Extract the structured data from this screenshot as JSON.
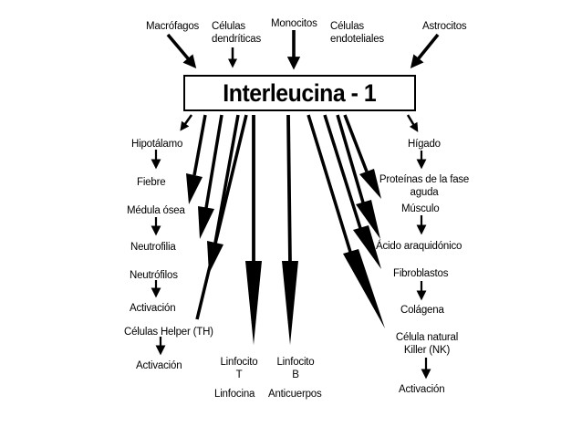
{
  "title": "Interleucina - 1",
  "sources": {
    "macrofagos": "Macrófagos",
    "celulas_dendriticas": [
      "Células",
      "dendríticas"
    ],
    "monocitos": "Monocitos",
    "celulas_endoteliales": [
      "Células",
      "endoteliales"
    ],
    "astrocitos": "Astrocitos"
  },
  "left_chain": {
    "hipotalamo": "Hipotálamo",
    "fiebre": "Fiebre",
    "medula_osea": "Médula ósea",
    "neutrofilia": "Neutrofilia",
    "neutrofilos": "Neutrófilos",
    "activacion_1": "Activación",
    "celulas_helper": "Células Helper (TH)",
    "activacion_2": "Activación"
  },
  "center": {
    "linfocito_t": [
      "Linfocito",
      "T"
    ],
    "linfocina": "Linfocina",
    "linfocito_b": [
      "Linfocito",
      "B"
    ],
    "anticuerpos": "Anticuerpos"
  },
  "right_chain": {
    "higado": "Hígado",
    "proteinas": [
      "Proteínas de la fase",
      "aguda"
    ],
    "musculo": "Músculo",
    "acido": "Ácido araquidónico",
    "fibroblastos": "Fibroblastos",
    "colagena": "Colágena",
    "celula_nk": [
      "Célula natural",
      "Killer (NK)"
    ],
    "activacion_3": "Activación"
  },
  "colors": {
    "ink": "#000000",
    "background": "#ffffff"
  }
}
